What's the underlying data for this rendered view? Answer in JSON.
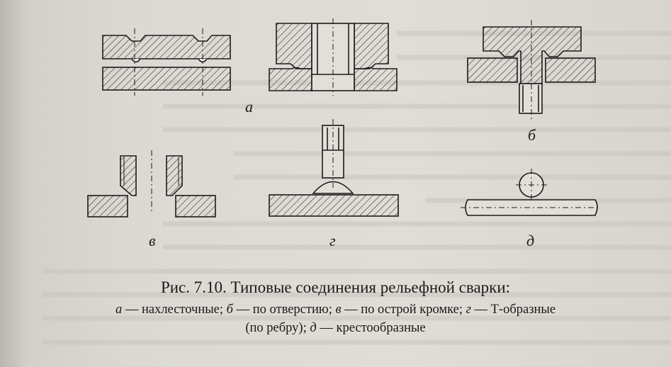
{
  "figure": {
    "labels": {
      "a": "а",
      "b": "б",
      "v": "в",
      "g": "г",
      "d": "д"
    }
  },
  "caption": {
    "title": "Рис. 7.10. Типовые соединения рельефной сварки:",
    "line1": {
      "a_letter": "а",
      "a_text": " — нахлесточные; ",
      "b_letter": "б",
      "b_text": " — по отверстию; ",
      "v_letter": "в",
      "v_text": " — по острой кромке; ",
      "g_letter": "г",
      "g_text": " — Т-образные"
    },
    "line2": {
      "text": "(по ребру); ",
      "d_letter": "д",
      "d_text": " — крестообразные"
    }
  },
  "colors": {
    "ink": "#1c1c1c",
    "paper": "#dcd9d3"
  }
}
